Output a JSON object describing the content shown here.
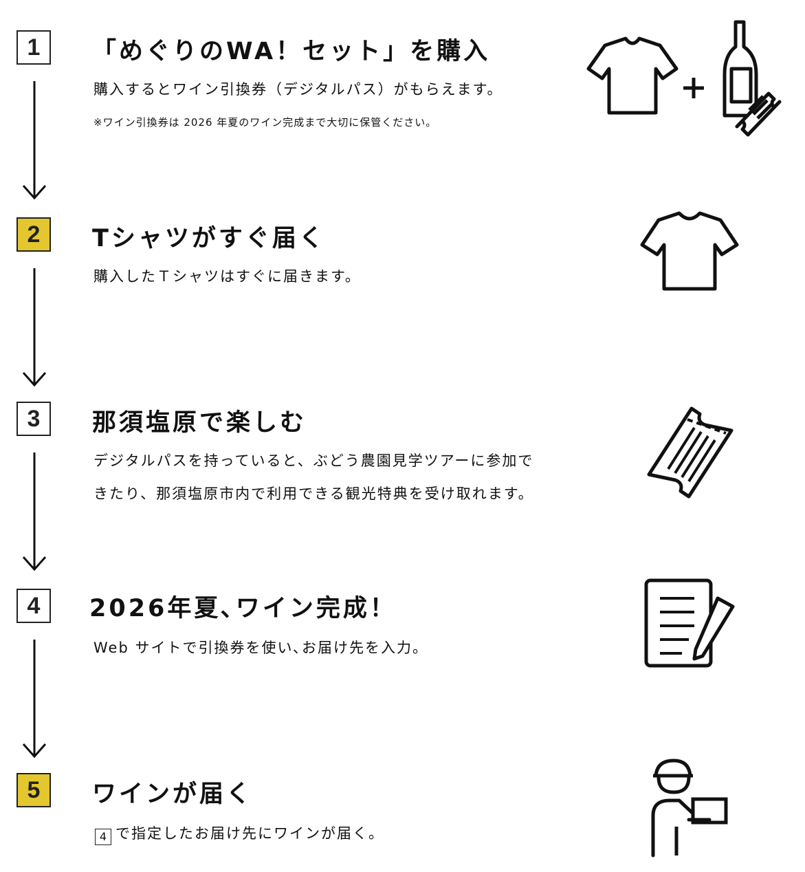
{
  "steps": [
    {
      "number": "1",
      "highlight": false,
      "title": "「めぐりのWA！セット」を購入",
      "description": "購入するとワイン引換券（デジタルパス）がもらえます。",
      "note": "※ワイン引換券は 2026 年夏のワイン完成まで大切に保管ください。",
      "icons": [
        "t-shirt-icon",
        "plus-icon",
        "wine-bottle-icon",
        "ticket-icon"
      ]
    },
    {
      "number": "2",
      "highlight": true,
      "title": "Tシャツがすぐ届く",
      "description": "購入したＴシャツはすぐに届きます。",
      "icons": [
        "t-shirt-icon"
      ]
    },
    {
      "number": "3",
      "highlight": false,
      "title": "那須塩原で楽しむ",
      "description_lines": [
        "デジタルパスを持っていると、ぶどう農園見学ツアーに参加で",
        "きたり、那須塩原市内で利用できる観光特典を受け取れます。"
      ],
      "icons": [
        "ticket-icon"
      ]
    },
    {
      "number": "4",
      "highlight": false,
      "title": "2026年夏､ワイン完成！",
      "description": "Web サイトで引換券を使い､お届け先を入力。",
      "icons": [
        "document-pen-icon"
      ]
    },
    {
      "number": "5",
      "highlight": true,
      "title": "ワインが届く",
      "ref_box": "4",
      "description": "で指定したお届け先にワインが届く。",
      "icons": [
        "delivery-person-icon"
      ]
    }
  ],
  "colors": {
    "highlight": "#e4c72e",
    "line": "#111111"
  }
}
